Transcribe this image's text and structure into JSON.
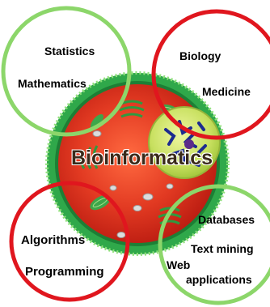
{
  "diagram": {
    "center_title": "Bioinformatics",
    "groups": [
      {
        "id": "top-left",
        "ring_color": "#8cd66a",
        "labels": [
          "Statistics",
          "Mathematics"
        ]
      },
      {
        "id": "top-right",
        "ring_color": "#e0161e",
        "labels": [
          "Biology",
          "Medicine"
        ]
      },
      {
        "id": "bottom-left",
        "ring_color": "#e0161e",
        "labels": [
          "Algorithms",
          "Programming"
        ]
      },
      {
        "id": "bottom-right",
        "ring_color": "#8cd66a",
        "labels": [
          "Databases",
          "Text mining",
          "Web",
          "applications"
        ]
      }
    ],
    "colors": {
      "cell_membrane": "#2fa84a",
      "cytoplasm": "#e23a22",
      "nucleus": "#c8e060",
      "chromatin": "#1d2b8f",
      "organelle": "#3ea64a",
      "vesicle": "#d8d8d8"
    }
  }
}
